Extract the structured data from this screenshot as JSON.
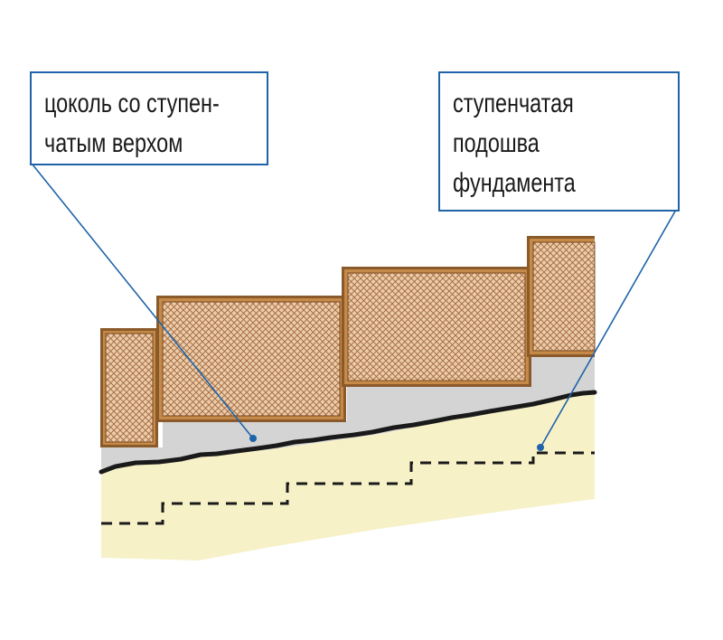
{
  "callouts": {
    "plinth": {
      "lines": [
        "цоколь со ступен-",
        "чатым верхом"
      ]
    },
    "footing": {
      "lines": [
        "ступенчатая",
        "подошва",
        "фундамента"
      ]
    }
  },
  "colors": {
    "soil": "#f7f1c8",
    "concrete": "#d4d4d4",
    "frame": "#8a5a2b",
    "frame_inner": "#c58a48",
    "fill": "#e9c7a0",
    "hatch": "#9a6238",
    "leader": "#1f63a8",
    "outline": "#1a1a1a"
  }
}
